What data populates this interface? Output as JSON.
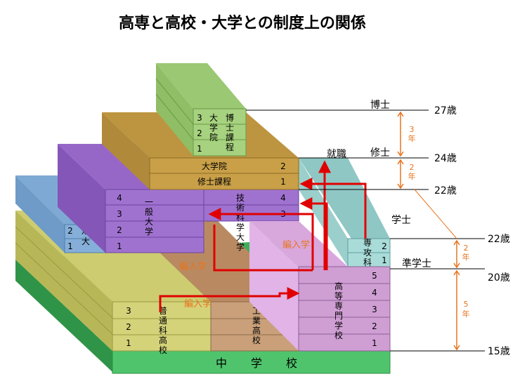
{
  "title": "高専と高校・大学との制度上の関係",
  "base": {
    "chars": [
      "中",
      "学",
      "校"
    ]
  },
  "high_school": {
    "label_chars": [
      "普",
      "通",
      "科",
      "高",
      "校"
    ],
    "years": [
      "3",
      "2",
      "1"
    ]
  },
  "industrial_high_school": {
    "label_chars": [
      "工",
      "業",
      "高",
      "校"
    ]
  },
  "kosen": {
    "label_chars": [
      "高",
      "等",
      "専",
      "門",
      "学",
      "校"
    ],
    "years": [
      "5",
      "4",
      "3",
      "2",
      "1"
    ]
  },
  "advanced_course": {
    "label_chars": [
      "専",
      "攻",
      "科"
    ],
    "years": [
      "2",
      "1"
    ]
  },
  "junior_college": {
    "label_chars": [
      "短",
      "大"
    ],
    "years": [
      "2",
      "1"
    ]
  },
  "general_university": {
    "label_chars": [
      "一",
      "般",
      "大",
      "学"
    ],
    "years": [
      "4",
      "3",
      "2",
      "1"
    ]
  },
  "tech_university": {
    "label_chars": [
      "技",
      "術",
      "科",
      "学",
      "大",
      "学"
    ],
    "years": [
      "4",
      "3"
    ]
  },
  "masters": {
    "label": "修士課程",
    "year": "1"
  },
  "graduate_school": {
    "label": "大学院",
    "year": "2"
  },
  "doctoral": {
    "col1": [
      "大",
      "学",
      "院"
    ],
    "col2": [
      "博",
      "士",
      "課",
      "程"
    ],
    "years": [
      "3",
      "2",
      "1"
    ]
  },
  "degrees": {
    "hakushi": "博士",
    "shushi": "修士",
    "gakushi": "学士",
    "jungakushi": "準学士"
  },
  "employment": "就職",
  "transfer_label": "編入学",
  "ages": {
    "a27": "27歳",
    "a24": "24歳",
    "a22": "22歳",
    "a22b": "22歳",
    "a20": "20歳",
    "a15": "15歳"
  },
  "durations": {
    "d3_num": "3",
    "d3_unit": "年",
    "d2a_num": "2",
    "d2a_unit": "年",
    "d2b_num": "2",
    "d2b_unit": "年",
    "d5_num": "5",
    "d5_unit": "年"
  },
  "colors": {
    "base": "#4fc46c",
    "high_school": "#d4d37a",
    "industrial": "#c9a07a",
    "kosen": "#cf9fd4",
    "advanced": "#a9dcd9",
    "junior_college": "#85afd9",
    "university": "#a072d0",
    "masters": "#c9a048",
    "doctoral": "#a7d27f",
    "arrow": "#e00000",
    "orange": "#e8741e"
  }
}
